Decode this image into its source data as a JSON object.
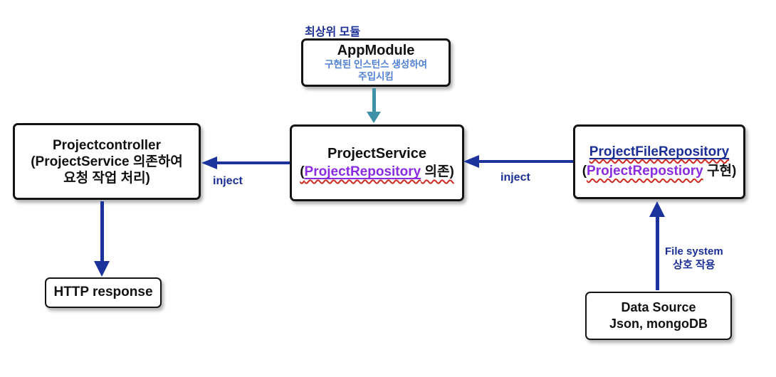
{
  "colors": {
    "navy": "#1b2f96",
    "arrow_navy": "#1c339e",
    "teal": "#3f91a7",
    "purple": "#8a2be2",
    "light_blue": "#4f7fd4",
    "box_border": "#141414",
    "spellcheck_red": "#d02b20",
    "background": "#ffffff"
  },
  "top_label": "최상위 모듈",
  "nodes": {
    "app_module": {
      "title": "AppModule",
      "desc1": "구현된 인스턴스 생성하여",
      "desc2": "주입시킴"
    },
    "project_controller": {
      "line1": "Projectcontroller",
      "line2": "(ProjectService 의존하여",
      "line3": "요청 작업 처리)"
    },
    "project_service": {
      "title": "ProjectService",
      "dep_prefix": "(",
      "dep_name": "ProjectRepository",
      "dep_suffix": " 의존)"
    },
    "project_file_repository": {
      "title": "ProjectFileRepository",
      "dep_prefix": "(",
      "dep_name": "ProjectRepostiory",
      "dep_suffix": " 구현)"
    },
    "http_response": {
      "title": "HTTP response"
    },
    "data_source": {
      "line1": "Data Source",
      "line2": "Json, mongoDB"
    }
  },
  "edge_labels": {
    "inject_left": "inject",
    "inject_right": "inject",
    "file_system_line1": "File system",
    "file_system_line2": "상호 작용"
  }
}
